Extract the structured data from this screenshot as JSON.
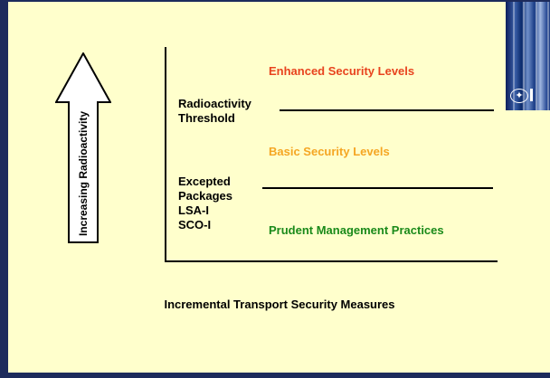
{
  "diagram": {
    "levels": {
      "enhanced": "Enhanced Security Levels",
      "basic": "Basic Security Levels",
      "prudent": "Prudent Management Practices"
    },
    "thresholds": {
      "radioactivity": [
        "Radioactivity",
        "Threshold"
      ],
      "excepted": [
        "Excepted",
        "Packages",
        "LSA-I",
        "SCO-I"
      ]
    },
    "arrow_label": "Increasing Radioactivity",
    "caption": "Incremental Transport Security Measures"
  },
  "colors": {
    "enhanced": "#e8431e",
    "basic": "#f5a623",
    "prudent": "#1a8a1a",
    "background": "#ffffcc",
    "frame": "#1d2b5c"
  },
  "icons": {
    "logo": "iaea-logo-icon",
    "arrow": "up-arrow-icon"
  }
}
